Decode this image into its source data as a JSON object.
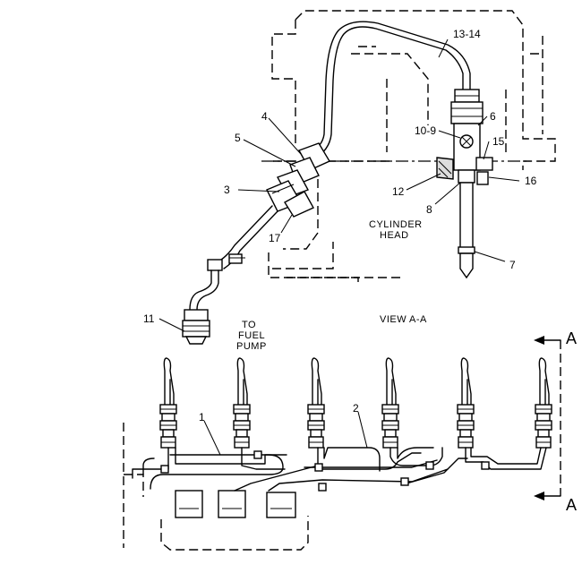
{
  "callouts": {
    "c13_14": "13-14",
    "c4": "4",
    "c5": "5",
    "c6": "6",
    "c10_9": "10-9",
    "c15": "15",
    "c3": "3",
    "c16": "16",
    "c12": "12",
    "c8": "8",
    "c17": "17",
    "c7": "7",
    "c11": "11",
    "c1": "1",
    "c2": "2"
  },
  "captions": {
    "cylinder_head_line1": "CYLINDER",
    "cylinder_head_line2": "HEAD",
    "to_fuel_pump_line1": "TO",
    "to_fuel_pump_line2": "FUEL",
    "to_fuel_pump_line3": "PUMP",
    "view": "VIEW A-A",
    "section_top": "A",
    "section_bottom": "A"
  }
}
